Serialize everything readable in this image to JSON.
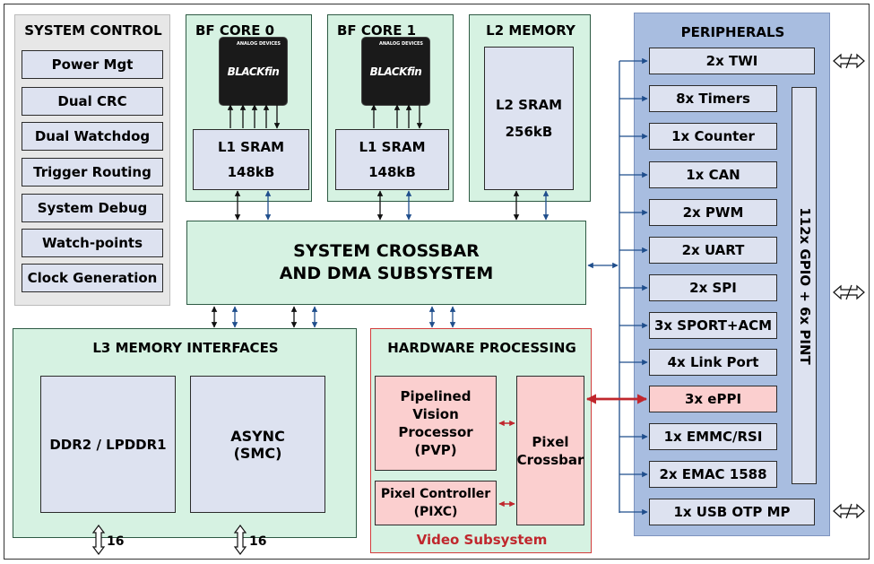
{
  "system_control": {
    "title": "SYSTEM CONTROL",
    "items": [
      "Power Mgt",
      "Dual CRC",
      "Dual Watchdog",
      "Trigger Routing",
      "System Debug",
      "Watch-points",
      "Clock Generation"
    ]
  },
  "core0": {
    "title": "BF CORE 0",
    "mem_line1": "L1 SRAM",
    "mem_line2": "148kB",
    "chip_logo": "BLACKfin",
    "chip_brand": "ANALOG DEVICES"
  },
  "core1": {
    "title": "BF CORE 1",
    "mem_line1": "L1 SRAM",
    "mem_line2": "148kB",
    "chip_logo": "BLACKfin",
    "chip_brand": "ANALOG DEVICES"
  },
  "l2": {
    "title": "L2 MEMORY",
    "line1": "L2 SRAM",
    "line2": "256kB"
  },
  "crossbar": {
    "line1": "SYSTEM CROSSBAR",
    "line2": "AND DMA SUBSYSTEM"
  },
  "l3": {
    "title": "L3 MEMORY INTERFACES",
    "ddr": "DDR2 / LPDDR1",
    "async_line1": "ASYNC",
    "async_line2": "(SMC)",
    "bus1": "16",
    "bus2": "16"
  },
  "hw": {
    "title": "HARDWARE PROCESSING",
    "pvp": [
      "Pipelined",
      "Vision",
      "Processor",
      "(PVP)"
    ],
    "pixc": [
      "Pixel Controller",
      "(PIXC)"
    ],
    "pixel_crossbar": [
      "Pixel",
      "Crossbar"
    ],
    "footer": "Video Subsystem"
  },
  "peripherals": {
    "title": "PERIPHERALS",
    "items": [
      "2x TWI",
      "8x Timers",
      "1x Counter",
      "1x CAN",
      "2x PWM",
      "2x UART",
      "2x SPI",
      "3x SPORT+ACM",
      "4x Link Port",
      "3x ePPI",
      "1x EMMC/RSI",
      "2x EMAC 1588",
      "1x USB OTP MP"
    ],
    "highlighted": "3x ePPI",
    "gpio": "112x GPIO + 6x PINT"
  },
  "colors": {
    "green_fill": "#d6f2e2",
    "lavender_fill": "#dde2f0",
    "pink_fill": "#fbcfcf",
    "peripheral_panel": "#a8bde0",
    "video_border": "#d33b3b",
    "arrow_blue": "#1f4e8c",
    "arrow_red": "#c0272d",
    "video_label": "#c0272d"
  }
}
